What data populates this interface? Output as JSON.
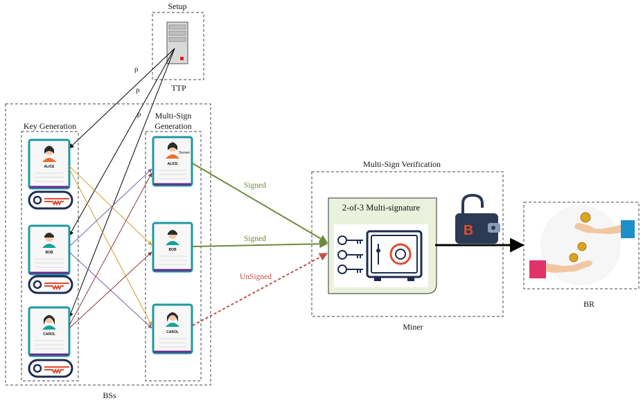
{
  "setup": {
    "title": "Setup",
    "ttp_label": "TTP",
    "rho": "ρ"
  },
  "bss": {
    "label": "BSs",
    "key_generation": {
      "title": "Key Generation",
      "cards": [
        {
          "name": "ALICE",
          "person": "woman"
        },
        {
          "name": "BOB",
          "person": "man"
        },
        {
          "name": "CAROL",
          "person": "woman2"
        }
      ]
    },
    "multi_sign": {
      "title_line1": "Multi-Sign",
      "title_line2": "Generation",
      "server_tag": "Server",
      "cards": [
        {
          "name": "ALICE",
          "person": "woman"
        },
        {
          "name": "BOB",
          "person": "man"
        },
        {
          "name": "CAROL",
          "person": "woman2"
        }
      ]
    }
  },
  "edges": {
    "alice_status": "Signed",
    "bob_status": "Signed",
    "carol_status": "UnSigned"
  },
  "miner": {
    "verification_title": "Multi-Sign Verification",
    "multisig_title": "2-of-3 Multi-signature",
    "label": "Miner"
  },
  "br": {
    "label": "BR"
  },
  "colors": {
    "signed": "#6e8a3a",
    "unsigned": "#c0504d",
    "alice_links": "#c9a227",
    "bob_links": "#7b5ea7",
    "carol_links": "#8b3a3a",
    "ttp_links": "#000000",
    "card_teal": "#1b9aa0",
    "card_purple": "#6a2a8e",
    "key_navy": "#1d2b4f",
    "multisig_bg": "#eaf1dc"
  }
}
